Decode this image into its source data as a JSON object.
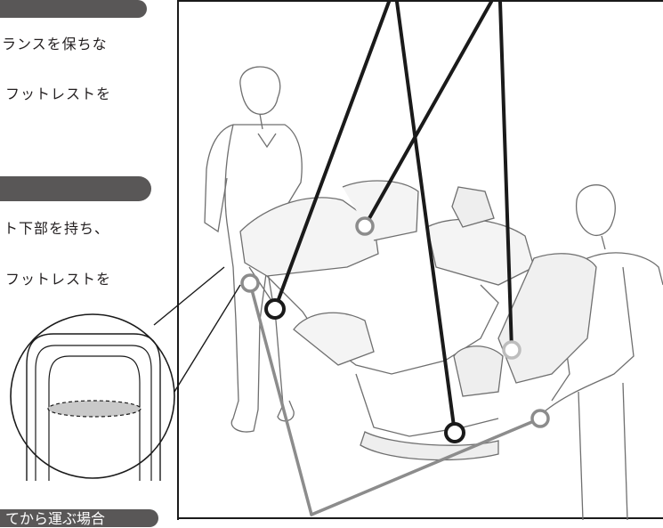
{
  "text_lines": [
    "ランスを保ちな",
    "フットレストを",
    "ト下部を持ち、",
    "フットレストを"
  ],
  "bottom_label": "てから運ぶ場合",
  "colors": {
    "pill": "#595757",
    "line_dark": "#1a1a1a",
    "line_gray": "#8c8c8c",
    "sketch": "#6f6f6f"
  }
}
